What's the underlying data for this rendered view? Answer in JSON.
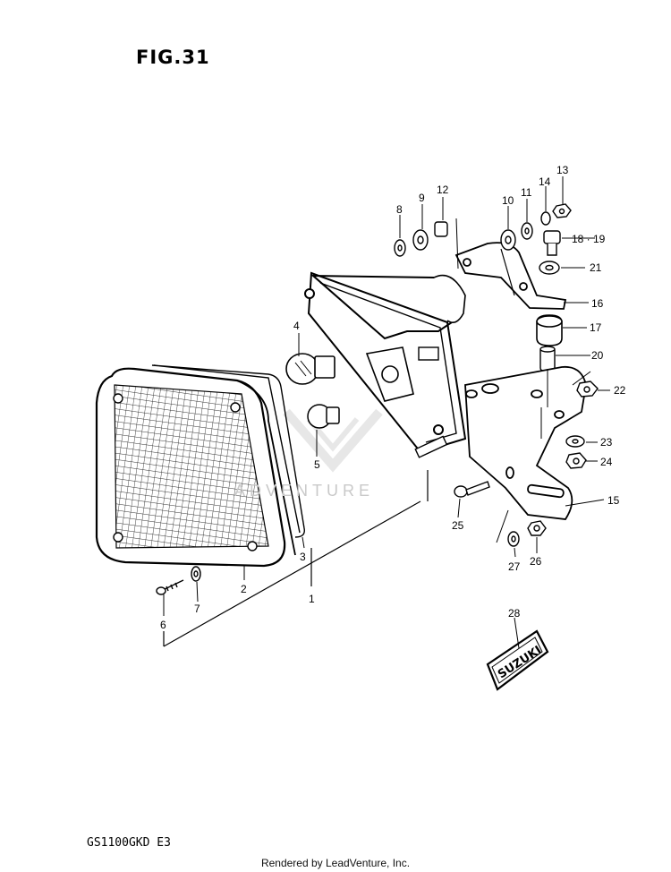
{
  "figure": {
    "title": "FIG.31",
    "model_code": "GS1100GKD E3"
  },
  "watermark": {
    "text": "ADVENTURE",
    "logo_letter": "V"
  },
  "footer": {
    "text": "Rendered by LeadVenture, Inc."
  },
  "emblem": {
    "text": "SUZUKI"
  },
  "callouts": {
    "c1": "1",
    "c2": "2",
    "c3": "3",
    "c4": "4",
    "c5": "5",
    "c6": "6",
    "c7": "7",
    "c8": "8",
    "c9": "9",
    "c10": "10",
    "c11": "11",
    "c12": "12",
    "c13": "13",
    "c14": "14",
    "c15": "15",
    "c16": "16",
    "c17": "17",
    "c18_19": "18 · 19",
    "c20": "20",
    "c21": "21",
    "c22": "22",
    "c23": "23",
    "c24": "24",
    "c25": "25",
    "c26": "26",
    "c27": "27",
    "c28": "28"
  }
}
